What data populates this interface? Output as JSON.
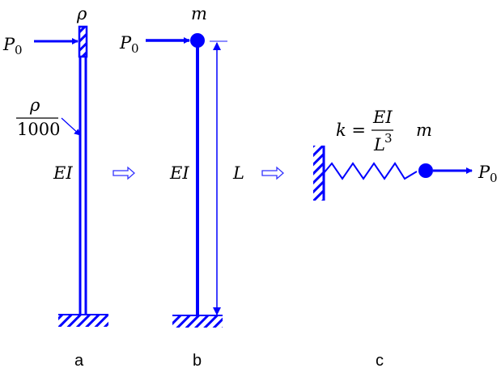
{
  "colors": {
    "structure": "#0000ff",
    "hatch_bg": "#ffffff",
    "text": "#000000",
    "double_arrow": "#3333ff"
  },
  "panel_a": {
    "caption": "a",
    "tip_density_label": "ρ",
    "force_label": "P",
    "force_subscript": "0",
    "column_density_numerator": "ρ",
    "column_density_denominator": "1000",
    "stiffness_label": "EI"
  },
  "panel_b": {
    "caption": "b",
    "mass_label": "m",
    "force_label": "P",
    "force_subscript": "0",
    "stiffness_label": "EI",
    "length_label": "L"
  },
  "panel_c": {
    "caption": "c",
    "spring_lhs": "k =",
    "spring_numerator": "EI",
    "spring_denominator": "L",
    "spring_exponent": "3",
    "mass_label": "m",
    "force_label": "P",
    "force_subscript": "0"
  }
}
